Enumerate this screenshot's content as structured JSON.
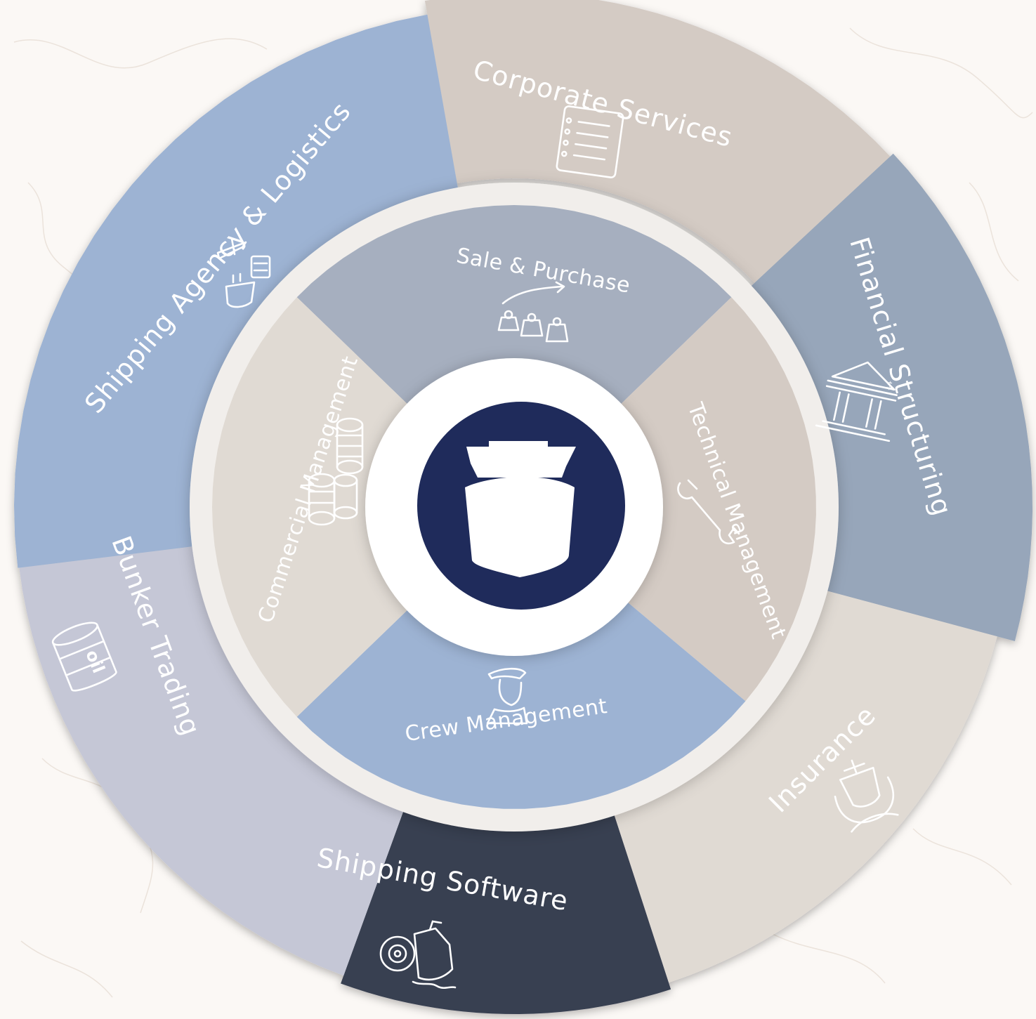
{
  "outer_ring": [
    {
      "id": "corporate-services",
      "label": "Corporate Services",
      "color": "#d4cbc4",
      "icon": "notepad-icon"
    },
    {
      "id": "financial-structuring",
      "label": "Financial Structuring",
      "color": "#97a6ba",
      "icon": "bank-icon"
    },
    {
      "id": "insurance",
      "label": "Insurance",
      "color": "#e0dad3",
      "icon": "protected-ship-icon"
    },
    {
      "id": "shipping-software",
      "label": "Shipping Software",
      "color": "#383f51",
      "icon": "disc-ship-icon"
    },
    {
      "id": "bunker-trading",
      "label": "Bunker Trading",
      "color": "#c5c7d6",
      "icon": "oil-barrel-icon",
      "icon_text": "oil"
    },
    {
      "id": "shipping-agency-logistics",
      "label": "Shipping Agency & Logistics",
      "color": "#9db3d3",
      "icon": "logistics-icon"
    }
  ],
  "inner_ring": [
    {
      "id": "sale-purchase",
      "label": "Sale & Purchase",
      "color": "#a6afbf",
      "icon": "money-bags-icon"
    },
    {
      "id": "technical-management",
      "label": "Technical Management",
      "color": "#d4cbc4",
      "icon": "wrench-icon"
    },
    {
      "id": "crew-management",
      "label": "Crew Management",
      "color": "#9db3d3",
      "icon": "sailor-icon"
    },
    {
      "id": "commercial-management",
      "label": "Commercial Management",
      "color": "#e0dad3",
      "icon": "coins-icon"
    }
  ],
  "center": {
    "icon": "ship-bow-icon",
    "color": "#1f2b5b"
  }
}
